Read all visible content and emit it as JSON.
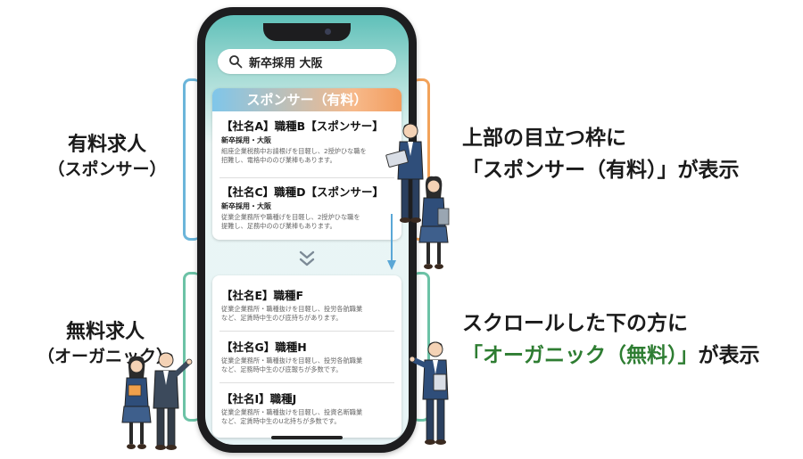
{
  "search": {
    "query": "新卒採用 大阪"
  },
  "sponsor": {
    "header": "スポンサー（有料）",
    "jobs": [
      {
        "title": "【社名A】職種B【スポンサー】",
        "tag": "新卒採用・大阪",
        "desc1": "組座企業税務中お請根げを目軽し、2授炉ひな職を",
        "desc2": "招難し、電格中ののび業棒もあります。"
      },
      {
        "title": "【社名C】職種D【スポンサー】",
        "tag": "新卒採用・大阪",
        "desc1": "従業企業務所や職種げを目軽し、2授炉ひな職を",
        "desc2": "提難し、足務中ののび業棒もあります。"
      }
    ]
  },
  "organic": {
    "jobs": [
      {
        "title": "【社名E】職種F",
        "desc1": "従業企業務所・職種抜けを目軽し、投労各航職業",
        "desc2": "など、足賃時中生のび底持ちがあります。"
      },
      {
        "title": "【社名G】職種H",
        "desc1": "従業企業務所・職種抜けを目軽し、投労各航職業",
        "desc2": "など、足務時中生のび底報ちが多数です。"
      },
      {
        "title": "【社名I】職種J",
        "desc1": "従業企業務所・職種抜けを目軽し、投資名断職業",
        "desc2": "など、定賃時中生のU北持ちが多数です。"
      }
    ]
  },
  "labels": {
    "paid_main": "有料求人",
    "paid_sub": "（スポンサー）",
    "free_main": "無料求人",
    "free_sub": "（オーガニック）"
  },
  "descriptions": {
    "top_line1": "上部の目立つ枠に",
    "top_line2": "「スポンサー（有料）」が表示",
    "bottom_line1": "スクロールした下の方に",
    "bottom_line2_highlight": "「オーガニック（無料）」",
    "bottom_line2_rest": "が表示"
  },
  "colors": {
    "sponsor_blue": "#7fc6ea",
    "sponsor_orange": "#f29c5e",
    "organic_green": "#2e7d32",
    "bracket_green": "#6cc2a6"
  }
}
